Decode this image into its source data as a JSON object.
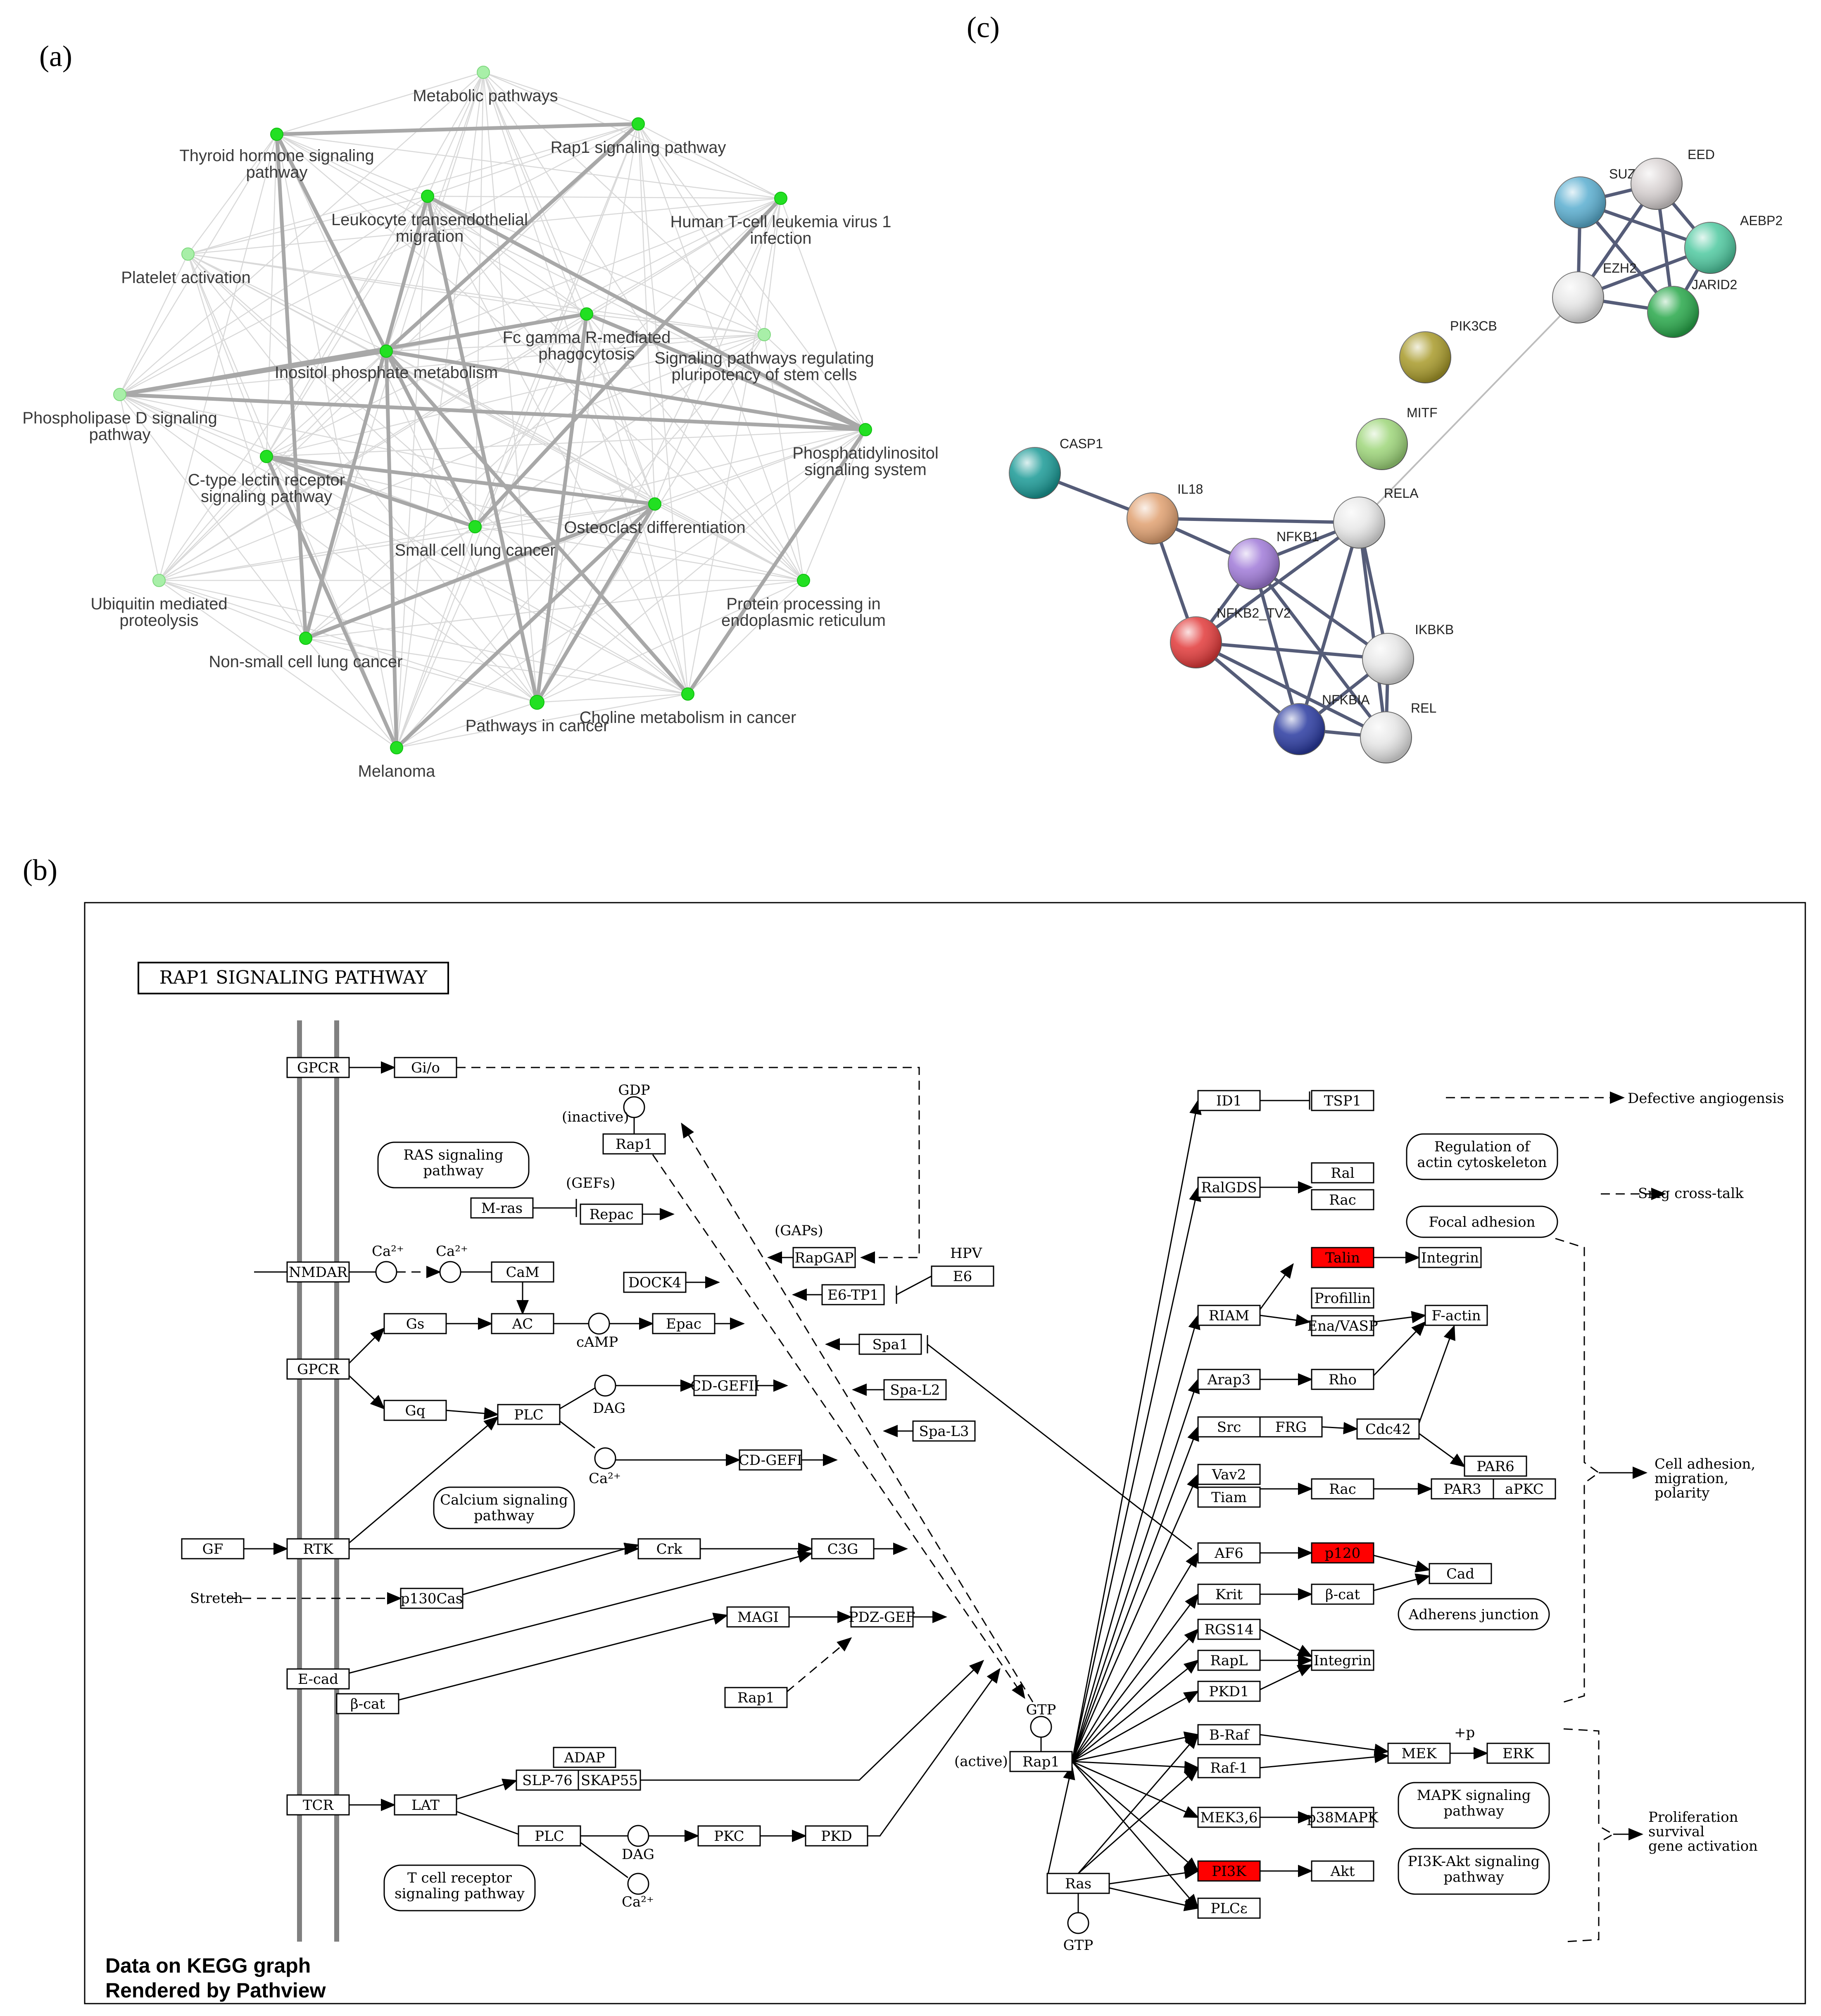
{
  "panels": {
    "a": "(a)",
    "b": "(b)",
    "c": "(c)"
  },
  "network_a": {
    "nodes": [
      {
        "label": "Metabolic pathways"
      },
      {
        "label": "Rap1 signaling pathway"
      },
      {
        "label": "Thyroid hormone signaling pathway"
      },
      {
        "label": "Leukocyte transendothelial migration"
      },
      {
        "label": "Human T-cell leukemia virus 1 infection"
      },
      {
        "label": "Platelet activation"
      },
      {
        "label": "Fc gamma R-mediated phagocytosis"
      },
      {
        "label": "Signaling pathways regulating pluripotency of stem cells"
      },
      {
        "label": "Inositol phosphate metabolism"
      },
      {
        "label": "Phospholipase D signaling pathway"
      },
      {
        "label": "Phosphatidylinositol signaling system"
      },
      {
        "label": "C-type lectin receptor signaling pathway"
      },
      {
        "label": "Osteoclast differentiation"
      },
      {
        "label": "Small cell lung cancer"
      },
      {
        "label": "Protein processing in endoplasmic reticulum"
      },
      {
        "label": "Ubiquitin mediated proteolysis"
      },
      {
        "label": "Non-small cell lung cancer"
      },
      {
        "label": "Choline metabolism in cancer"
      },
      {
        "label": "Pathways in cancer"
      },
      {
        "label": "Melanoma"
      }
    ]
  },
  "network_c": {
    "nodes": [
      {
        "label": "SUZ",
        "color": "#5aaed0"
      },
      {
        "label": "EED",
        "color": "#d8d2d2"
      },
      {
        "label": "AEBP2",
        "color": "#4fc9a0"
      },
      {
        "label": "EZH2",
        "color": "#e6e6e6"
      },
      {
        "label": "JARID2",
        "color": "#28a84a"
      },
      {
        "label": "PIK3CB",
        "color": "#a89a2a"
      },
      {
        "label": "MITF",
        "color": "#9ed67a"
      },
      {
        "label": "CASP1",
        "color": "#1a9a96"
      },
      {
        "label": "IL18",
        "color": "#e0a070"
      },
      {
        "label": "RELA",
        "color": "#e8e8e8"
      },
      {
        "label": "NFKB1",
        "color": "#a07ad8"
      },
      {
        "label": "NFKB2_TV2",
        "color": "#e23a3a"
      },
      {
        "label": "IKBKB",
        "color": "#e6e6e6"
      },
      {
        "label": "NFKBIA",
        "color": "#2a3aa0"
      },
      {
        "label": "REL",
        "color": "#e6e6e6"
      }
    ]
  },
  "kegg": {
    "title": "RAP1 SIGNALING PATHWAY",
    "footer_line1": "Data on KEGG graph",
    "footer_line2": "Rendered by Pathview",
    "highlight_color": "#ff0000",
    "genes": {
      "gpcr1": "GPCR",
      "gio": "Gi/o",
      "nmdar": "NMDAR",
      "cam": "CaM",
      "gpcr2": "GPCR",
      "gs": "Gs",
      "ac": "AC",
      "epac": "Epac",
      "gq": "Gq",
      "plc1": "PLC",
      "cdgefii": "CD-GEFII",
      "cdgefi": "CD-GEFI",
      "gf": "GF",
      "rtk": "RTK",
      "crk": "Crk",
      "c3g": "C3G",
      "p130cas": "p130Cas",
      "magi": "MAGI",
      "pdzgef": "PDZ-GEF",
      "ecad": "E-cad",
      "bcat1": "β-cat",
      "rap1b": "Rap1",
      "tcr": "TCR",
      "lat": "LAT",
      "adap": "ADAP",
      "slp76": "SLP-76",
      "skap55": "SKAP55",
      "plc2": "PLC",
      "pkc": "PKC",
      "pkd": "PKD",
      "rap1top": "Rap1",
      "mras": "M-ras",
      "repac": "Repac",
      "rapgap": "RapGAP",
      "e6": "E6",
      "e6tp1": "E6-TP1",
      "dock4": "DOCK4",
      "spa1": "Spa1",
      "spal2": "Spa-L2",
      "spal3": "Spa-L3",
      "rap1act": "Rap1",
      "ras": "Ras",
      "id1": "ID1",
      "tsp1": "TSP1",
      "ralgds": "RalGDS",
      "ral": "Ral",
      "rac1": "Rac",
      "talin": "Talin",
      "integrin1": "Integrin",
      "profillin": "Profillin",
      "riam": "RIAM",
      "enavasp": "Ena/VASP",
      "factin": "F-actin",
      "arap3": "Arap3",
      "rho": "Rho",
      "src": "Src",
      "frg": "FRG",
      "cdc42": "Cdc42",
      "par6": "PAR6",
      "vav2": "Vav2",
      "tiam": "Tiam",
      "rac2": "Rac",
      "par3": "PAR3",
      "apkc": "aPKC",
      "af6": "AF6",
      "p120": "p120",
      "cad": "Cad",
      "krit": "Krit",
      "bcat2": "β-cat",
      "rgs14": "RGS14",
      "rapl": "RapL",
      "integrin2": "Integrin",
      "pkd1": "PKD1",
      "braf": "B-Raf",
      "raf1": "Raf-1",
      "mek": "MEK",
      "erk": "ERK",
      "mek36": "MEK3,6",
      "p38mapk": "p38MAPK",
      "pi3k": "PI3K",
      "akt": "Akt",
      "plce": "PLCε"
    },
    "pathways": {
      "ras": "RAS signaling pathway",
      "calcium": "Calcium signaling pathway",
      "tcell": "T cell receptor signaling pathway",
      "regulation": "Regulation of actin cytoskeleton",
      "focal": "Focal adhesion",
      "adherens": "Adherens junction",
      "mapk": "MAPK signaling pathway",
      "pi3kakt": "PI3K-Akt signaling pathway"
    },
    "labels": {
      "gdp": "GDP",
      "inactive": "(inactive)",
      "gefs": "(GEFs)",
      "gaps": "(GAPs)",
      "hpv": "HPV",
      "camp": "cAMP",
      "dag": "DAG",
      "ca2": "Ca²⁺",
      "stretch": "Stretch",
      "gtp": "GTP",
      "active": "(active)",
      "p": "+p",
      "defective": "Defective angiogensis",
      "smg": "Smg cross-talk",
      "celladh1": "Cell adhesion,",
      "celladh2": "migration,",
      "celladh3": "polarity",
      "prolif1": "Proliferation",
      "prolif2": "survival",
      "prolif3": "gene activation"
    }
  }
}
